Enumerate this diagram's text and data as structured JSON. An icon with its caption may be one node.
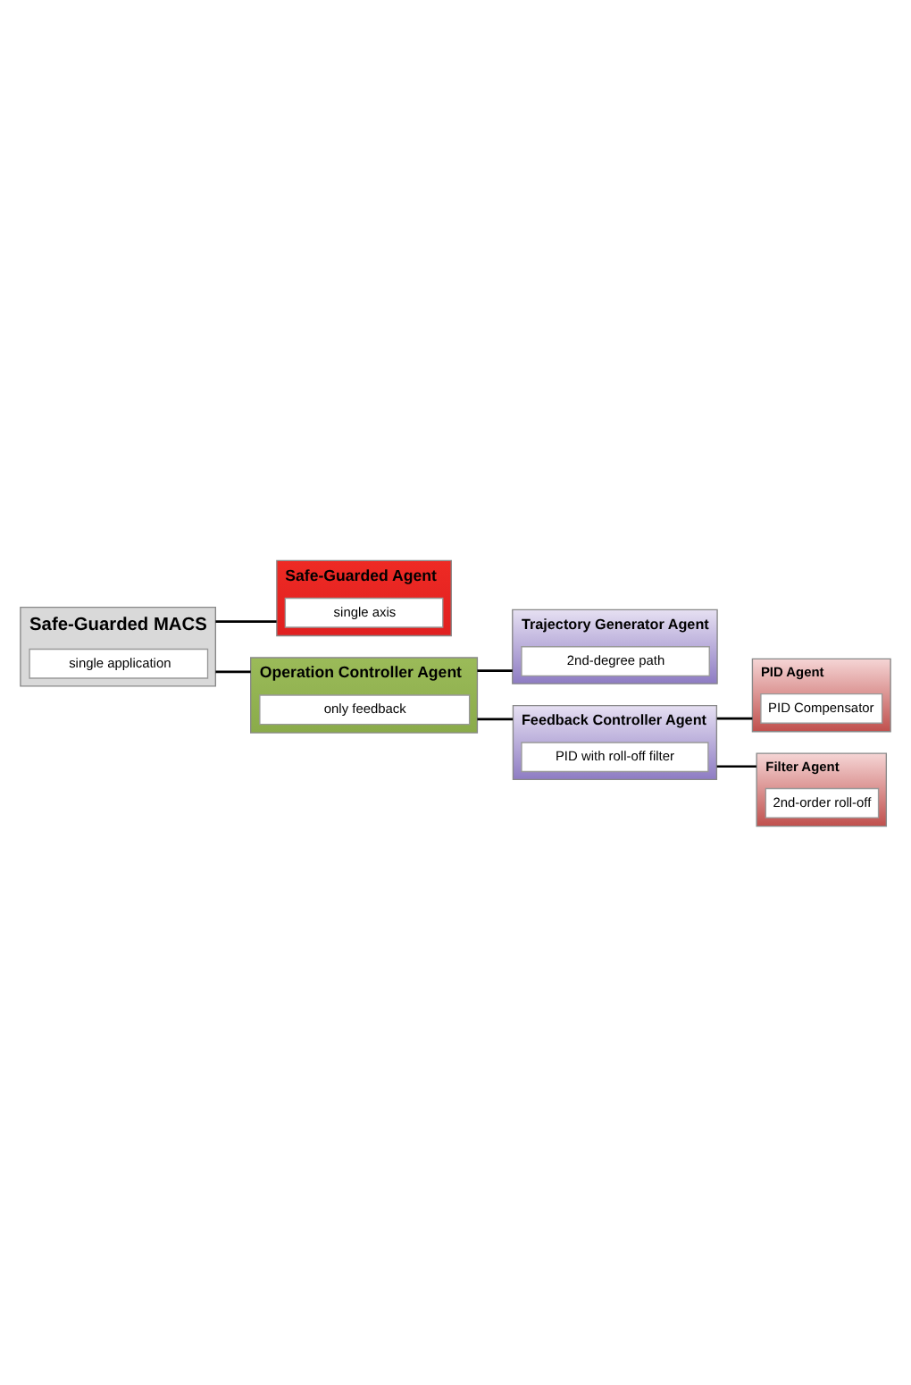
{
  "diagram": {
    "nodes": [
      {
        "text": [
          "Safe-Guarded MACS",
          "single application"
        ]
      },
      {
        "text": [
          "Safe-Guarded Agent",
          "single axis"
        ]
      },
      {
        "text": [
          "Operation Controller Agent",
          "only feedback"
        ]
      },
      {
        "text": [
          "Trajectory Generator Agent",
          "2nd-degree path"
        ]
      },
      {
        "text": [
          "Feedback Controller Agent",
          "PID with roll-off filter"
        ]
      },
      {
        "text": [
          "PID Agent",
          "PID Compensator"
        ]
      },
      {
        "text": [
          "Filter Agent",
          "2nd-order roll-off"
        ]
      }
    ],
    "edges": [
      {
        "from": 0,
        "to": 1,
        "arrow": "none"
      },
      {
        "from": 0,
        "to": 2,
        "arrow": "none"
      },
      {
        "from": 2,
        "to": 3,
        "arrow": "none"
      },
      {
        "from": 2,
        "to": 4,
        "arrow": "none"
      },
      {
        "from": 4,
        "to": 5,
        "arrow": "none"
      },
      {
        "from": 4,
        "to": 6,
        "arrow": "none"
      }
    ]
  }
}
